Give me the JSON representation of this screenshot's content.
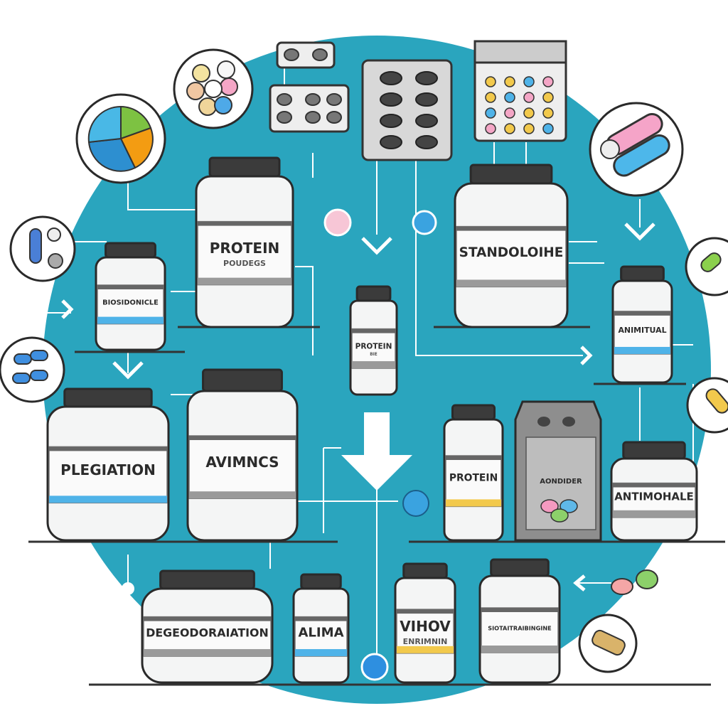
{
  "colors": {
    "background": "#ffffff",
    "circle": "#2aa5be",
    "lid": "#3b3b3b",
    "jar": "#f4f5f5",
    "outline": "#2a2a2a",
    "accent_blue": "#4fb3e8",
    "accent_yellow": "#f2c94c",
    "band_gray": "#9a9a9a"
  },
  "jars": [
    {
      "label": "PROTEIN",
      "sub": "POUDEGS",
      "accent": "gray"
    },
    {
      "label": "BIOSIDONICLE",
      "sub": "",
      "accent": "blue"
    },
    {
      "label": "PROTEIN",
      "sub": "BIE",
      "accent": "gray"
    },
    {
      "label": "STANDOLOIHE",
      "sub": "",
      "accent": "gray"
    },
    {
      "label": "ANIMITUAL",
      "sub": "",
      "accent": "blue"
    },
    {
      "label": "PLEGIATION",
      "sub": "",
      "accent": "blue"
    },
    {
      "label": "AVIMNCS",
      "sub": "",
      "accent": "gray"
    },
    {
      "label": "PROTEIN",
      "sub": "",
      "accent": "yellow"
    },
    {
      "label": "ANTIMOHALE",
      "sub": "",
      "accent": "gray"
    },
    {
      "label": "DEGEODORAIATION",
      "sub": "",
      "accent": "gray"
    },
    {
      "label": "ALIMA",
      "sub": "",
      "accent": "blue"
    },
    {
      "label": "VIHOV",
      "sub": "ENRIMNIN",
      "accent": "yellow"
    },
    {
      "label": "SIOTAITRAIBINGINE",
      "sub": "",
      "accent": "gray"
    }
  ],
  "box": {
    "label": "AONDIDER"
  },
  "icons": [
    "pills-cluster-icon",
    "pie-chart-icon",
    "capsules-icon",
    "blister-pack-icon",
    "pill-tray-icon",
    "gummy-grid-icon",
    "capsule-pair-icon",
    "green-capsule-icon",
    "blue-pills-icon",
    "yellow-capsule-icon",
    "gummies-icon",
    "tablet-icon"
  ]
}
